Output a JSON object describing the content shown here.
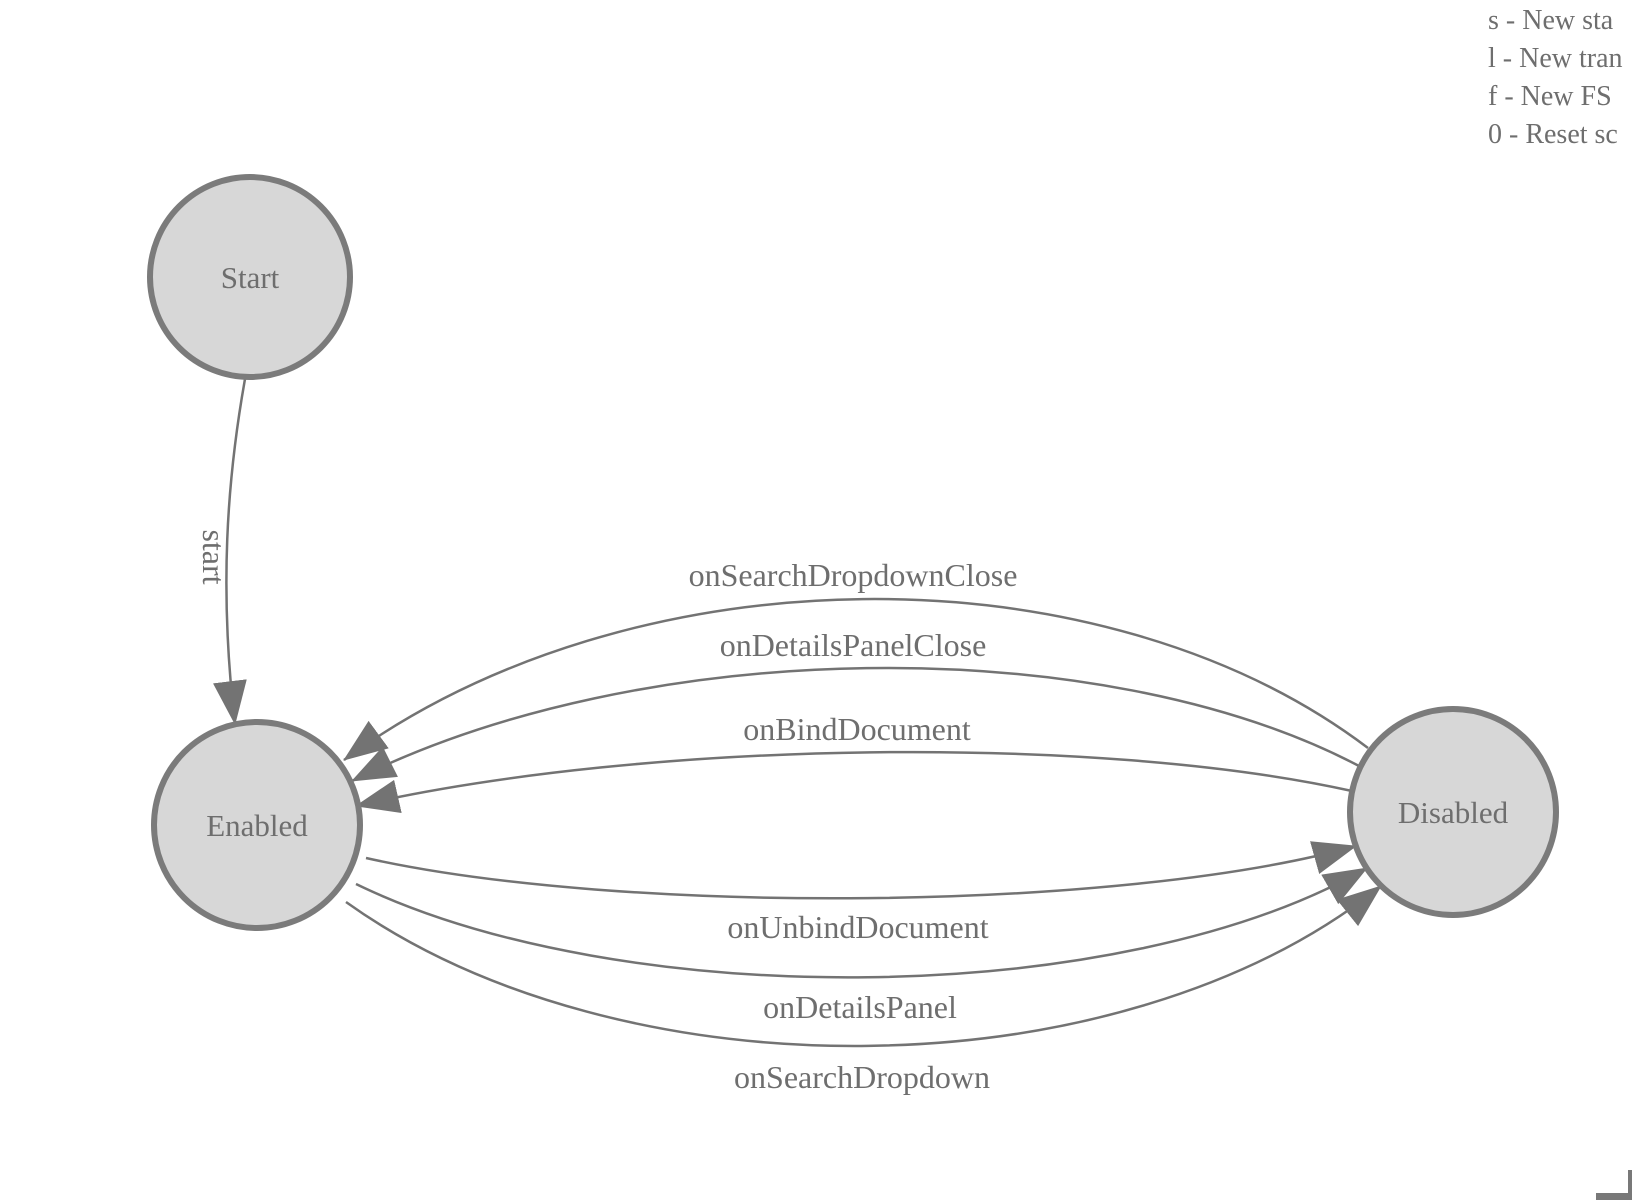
{
  "colors": {
    "background": "#ffffff",
    "node_fill": "#d7d7d7",
    "node_stroke": "#7b7b7b",
    "edge_stroke": "#737373",
    "text": "#6e6e6e"
  },
  "legend": {
    "lines": [
      "s - New sta",
      "l - New tran",
      "f - New FS",
      "0 - Reset sc"
    ]
  },
  "states": [
    {
      "id": "start",
      "label": "Start"
    },
    {
      "id": "enabled",
      "label": "Enabled"
    },
    {
      "id": "disabled",
      "label": "Disabled"
    }
  ],
  "transitions": [
    {
      "from": "Start",
      "to": "Enabled",
      "label": "start"
    },
    {
      "from": "Disabled",
      "to": "Enabled",
      "label": "onSearchDropdownClose"
    },
    {
      "from": "Disabled",
      "to": "Enabled",
      "label": "onDetailsPanelClose"
    },
    {
      "from": "Disabled",
      "to": "Enabled",
      "label": "onBindDocument"
    },
    {
      "from": "Enabled",
      "to": "Disabled",
      "label": "onUnbindDocument"
    },
    {
      "from": "Enabled",
      "to": "Disabled",
      "label": "onDetailsPanel"
    },
    {
      "from": "Enabled",
      "to": "Disabled",
      "label": "onSearchDropdown"
    }
  ]
}
